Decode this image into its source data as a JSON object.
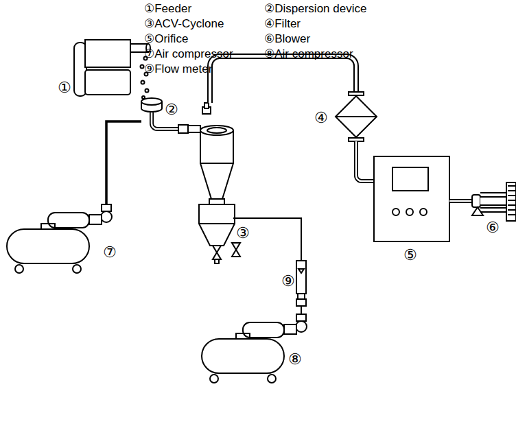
{
  "diagram": {
    "labels": [
      "①Feeder",
      "②Dispersion device",
      "③ACV-Cyclone",
      "④Filter",
      "⑤Orifice",
      "⑥Blower",
      "⑦Air compressor",
      "⑧Air compressor",
      "⑨Flow meter",
      "①",
      "②",
      "③",
      "④",
      "⑤",
      "⑥",
      "⑦",
      "⑧",
      "⑨"
    ]
  }
}
